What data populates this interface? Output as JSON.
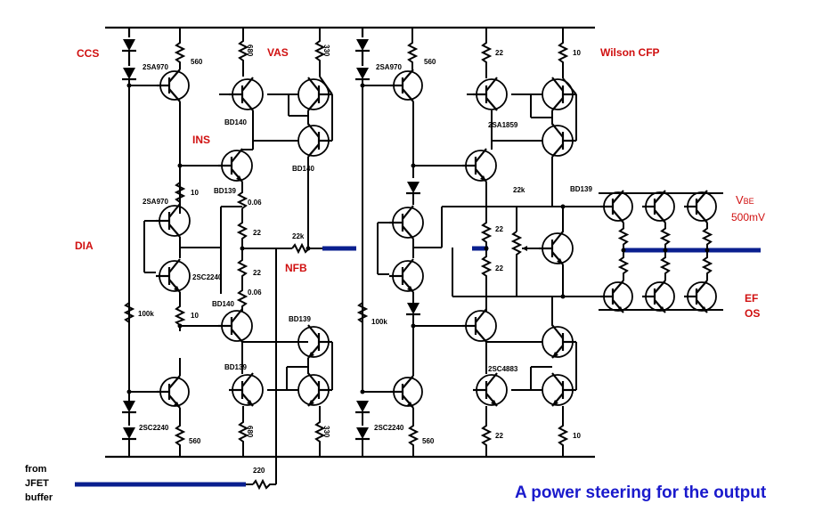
{
  "sections": {
    "ccs": "CCS",
    "vas": "VAS",
    "ins": "INS",
    "dia": "DIA",
    "nfb": "NFB",
    "wilson": "Wilson CFP",
    "vbe_main": "V",
    "vbe_sub": "BE",
    "vbe_value": "500mV",
    "ef": "EF",
    "os": "OS"
  },
  "input": {
    "line1": "from",
    "line2": "JFET",
    "line3": "buffer"
  },
  "caption": "A power steering for the output",
  "components": {
    "r560_top_left": "560",
    "r680_top": "680",
    "r330_top": "330",
    "q_2sa970_top_left": "2SA970",
    "q_bd140_left": "BD140",
    "q_bd140_right": "BD140",
    "q_bd139_ins": "BD139",
    "r10_upper": "10",
    "r006_upper": "0.06",
    "r22_upper": "22",
    "r22_lower": "22",
    "r22k_nfb": "22k",
    "q_2sa970_dia": "2SA970",
    "q_2sc2240_dia": "2SC2240",
    "r006_lower": "0.06",
    "r10_lower": "10",
    "q_bd140_ins": "BD140",
    "r100k_left": "100k",
    "q_bd139_vas_right": "BD139",
    "q_bd139_vas_left": "BD139",
    "q_2sc2240_bottom_left": "2SC2240",
    "r560_bottom_left": "560",
    "r680_bottom": "680",
    "r330_bottom": "330",
    "r220_input": "220",
    "q_2sa970_top_right": "2SA970",
    "r560_top_right": "560",
    "r22_top_right": "22",
    "r10_top_right": "10",
    "q_2sa1859": "2SA1859",
    "r22k_right": "22k",
    "q_bd139_right": "BD139",
    "r22_mid_a": "22",
    "r22_mid_b": "22",
    "r100k_right": "100k",
    "q_2sc4883": "2SC4883",
    "q_2sc2240_bottom_right": "2SC2240",
    "r560_bottom_right": "560",
    "r22_bottom_right": "22",
    "r10_bottom_right": "10"
  }
}
